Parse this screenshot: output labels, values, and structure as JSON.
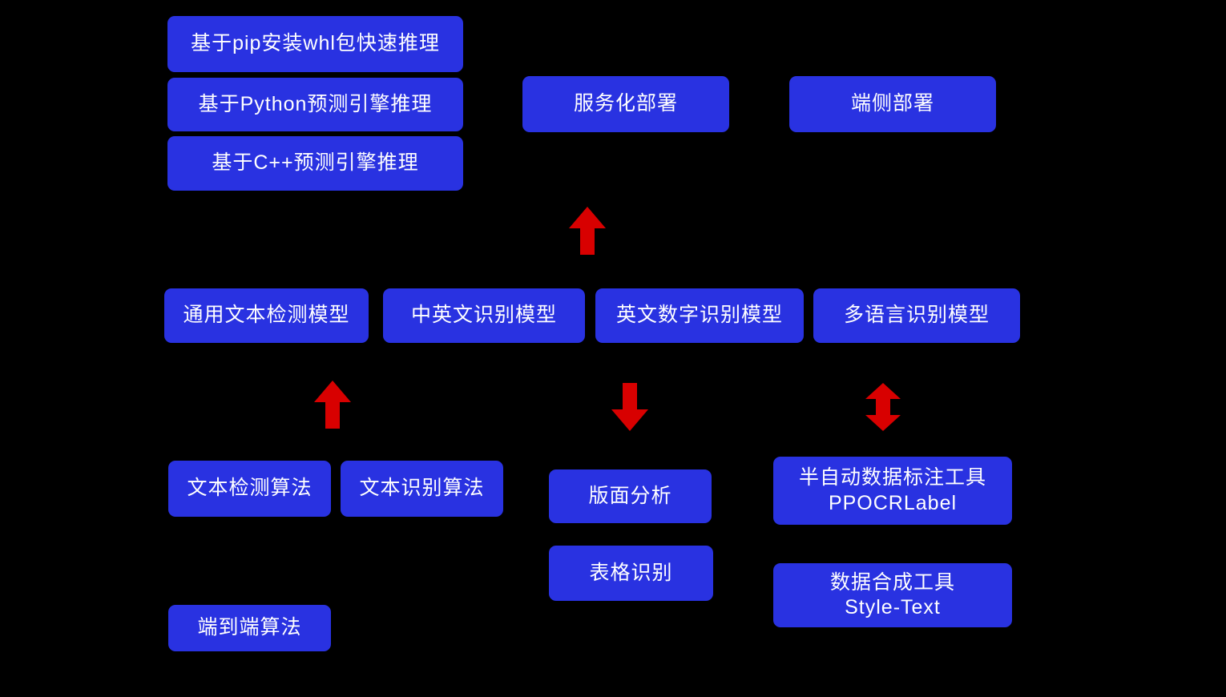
{
  "diagram": {
    "colors": {
      "background": "#000000",
      "node": "#2932e1",
      "text": "#ffffff",
      "arrow": "#d80000"
    },
    "nodes": {
      "pip_whl": "基于pip安装whl包快速推理",
      "python_engine": "基于Python预测引擎推理",
      "cpp_engine": "基于C++预测引擎推理",
      "serving": "服务化部署",
      "edge": "端侧部署",
      "det_model": "通用文本检测模型",
      "rec_ch_en": "中英文识别模型",
      "rec_en_num": "英文数字识别模型",
      "rec_multilang": "多语言识别模型",
      "det_algo": "文本检测算法",
      "rec_algo": "文本识别算法",
      "layout": "版面分析",
      "table": "表格识别",
      "label_tool_line1": "半自动数据标注工具",
      "label_tool_line2": "PPOCRLabel",
      "synth_tool_line1": "数据合成工具",
      "synth_tool_line2": "Style-Text",
      "e2e_algo": "端到端算法"
    },
    "arrows": {
      "serving_up": "up",
      "detection_up": "up",
      "layout_down": "down",
      "labeling_bidirectional": "up-down"
    }
  }
}
